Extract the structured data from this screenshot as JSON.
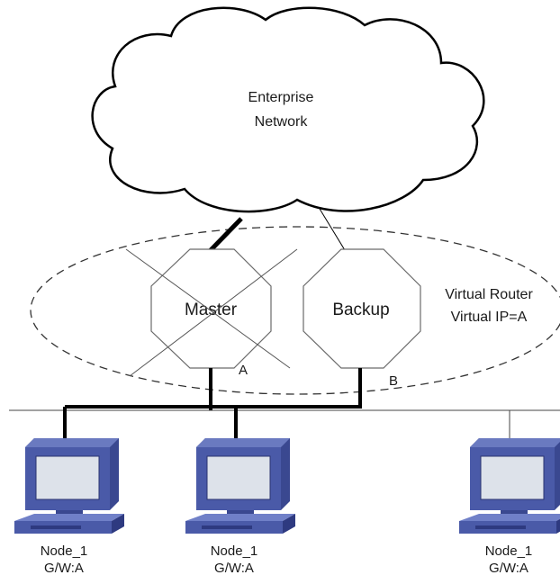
{
  "cloud": {
    "line1": "Enterprise",
    "line2": "Network"
  },
  "routers": [
    {
      "label": "Master",
      "interface": "A",
      "failed": true
    },
    {
      "label": "Backup",
      "interface": "B",
      "failed": false
    }
  ],
  "virtual_router": {
    "line1": "Virtual Router",
    "line2": "Virtual IP=A"
  },
  "nodes": [
    {
      "name": "Node_1",
      "gateway": "G/W:A"
    },
    {
      "name": "Node_1",
      "gateway": "G/W:A"
    },
    {
      "name": "Node_1",
      "gateway": "G/W:A"
    }
  ],
  "colors": {
    "computer": "#4a5aa8",
    "screen": "#dde2ea",
    "line": "#000000"
  }
}
